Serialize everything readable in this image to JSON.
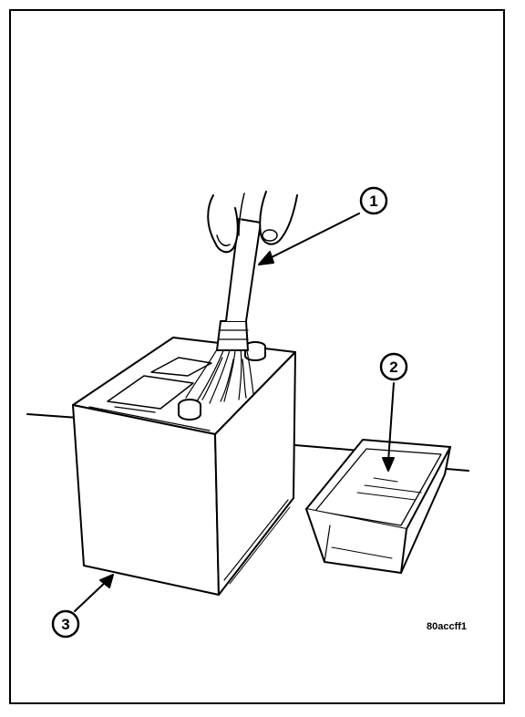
{
  "figure": {
    "code": "80accff1",
    "callouts": [
      {
        "number": "1"
      },
      {
        "number": "2"
      },
      {
        "number": "3"
      }
    ]
  }
}
